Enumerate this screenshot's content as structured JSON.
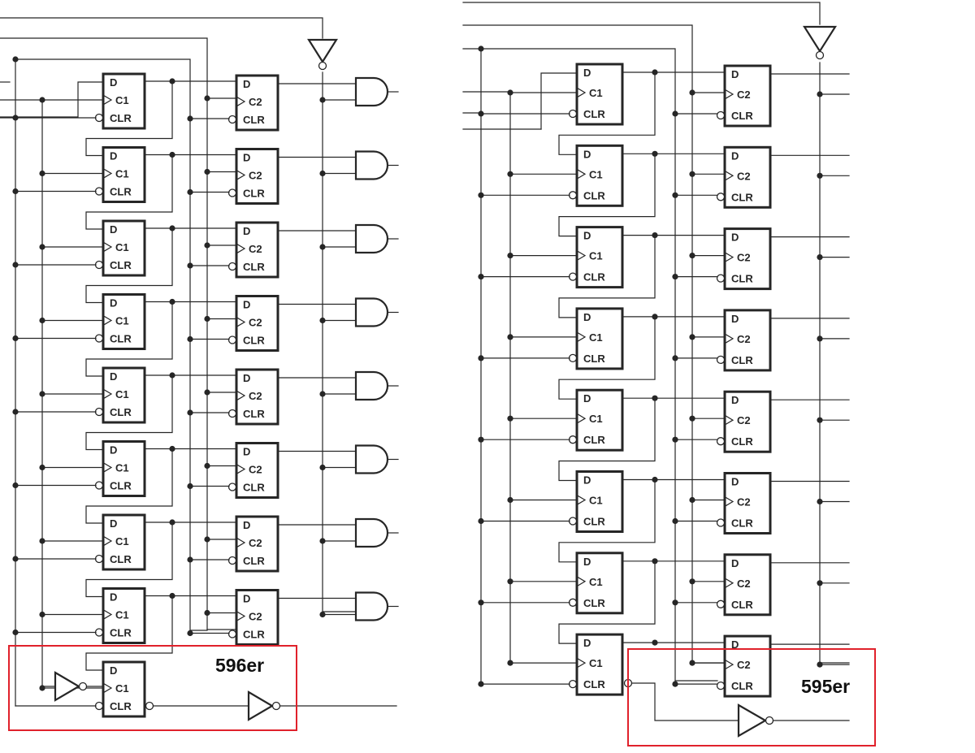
{
  "labels": {
    "d": "D",
    "c1": "C1",
    "c2": "C2",
    "clr": "CLR"
  },
  "left": {
    "label": "596er",
    "stage1_rows": 9,
    "stage2_rows": 8,
    "and_gates": 8
  },
  "right": {
    "label": "595er",
    "stage1_rows": 8,
    "stage2_rows": 8
  },
  "colors": {
    "line": "#262626",
    "highlight": "#e0212b",
    "background": "#ffffff"
  }
}
